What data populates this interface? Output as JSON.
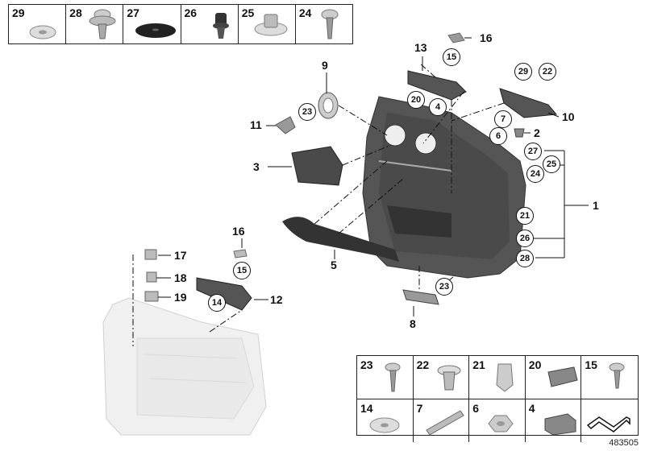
{
  "top_row": [
    "29",
    "28",
    "27",
    "26",
    "25",
    "24"
  ],
  "bottom_row": [
    "23",
    "22",
    "21",
    "20",
    "15",
    "14",
    "7",
    "6",
    "4",
    ""
  ],
  "callouts": {
    "c1": "1",
    "c2": "2",
    "c3": "3",
    "c5": "5",
    "c8": "8",
    "c9": "9",
    "c10": "10",
    "c11": "11",
    "c12": "12",
    "c13": "13",
    "c16a": "16",
    "c16b": "16",
    "c17": "17",
    "c18": "18",
    "c19": "19"
  },
  "circled": {
    "d15a": "15",
    "d29": "29",
    "d22": "22",
    "d20": "20",
    "d4": "4",
    "d23a": "23",
    "d7": "7",
    "d6": "6",
    "d27": "27",
    "d25": "25",
    "d24": "24",
    "d21": "21",
    "d26": "26",
    "d28": "28",
    "d23b": "23",
    "d15b": "15",
    "d14": "14"
  },
  "reference_number": "483505"
}
